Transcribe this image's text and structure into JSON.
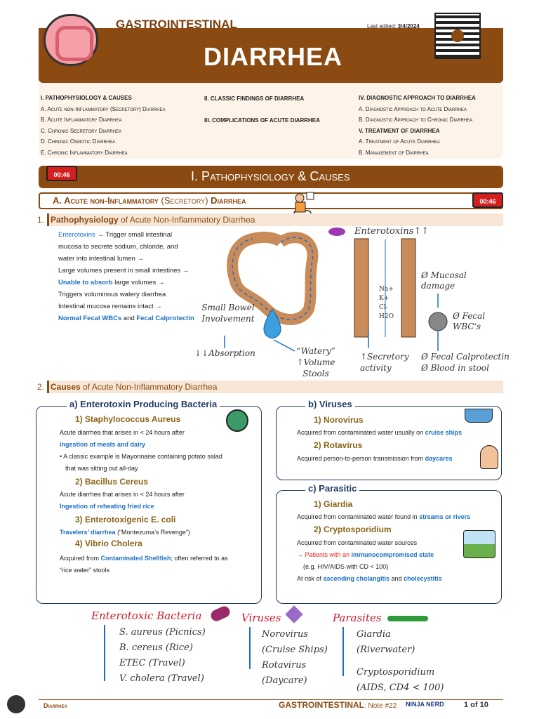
{
  "header": {
    "category": "GASTROINTESTINAL",
    "title": "DIARRHEA",
    "last_edited_label": "Last edited:",
    "last_edited_date": "3/4/2024"
  },
  "toc": {
    "col1": [
      "I. PATHOPHYSIOLOGY & CAUSES",
      "A. Acute non-Inflammatory (Secretory) Diarrhea",
      "B. Acute Inflammatory Diarrhea",
      "C. Chronic Secretory Diarrhea",
      "D. Chronic Osmotic Diarrhea",
      "E. Chronic Inflammatory Diarrhea"
    ],
    "col2": [
      "II. CLASSIC FINDINGS OF  DIARRHEA",
      "III. COMPLICATIONS OF ACUTE DIARRHEA"
    ],
    "col3": [
      "IV. DIAGNOSTIC APPROACH TO DIARRHEA",
      "A. Diagnostic Approach to Acute Diarrhea",
      "B. Diagnostic Approach to Chronic Diarrhea",
      "V. TREATMENT OF DIARRHEA",
      "A. Treatment of Acute Diarrhea",
      "B. Management of Diarrhea"
    ]
  },
  "section1": {
    "title": "I. Pathophysiology & Causes",
    "timer": "00:46"
  },
  "subA": {
    "title_bold": "A. Acute non-Inflammatory ",
    "title_paren": "(Secretory)",
    "title_end": " Diarrhea",
    "timer": "00:46"
  },
  "patho": {
    "num": "1.",
    "head_bold": "Pathophysiology",
    "head_rest": " of Acute Non-Inflammatory Diarrhea",
    "lines": [
      {
        "a": "Enterotoxins",
        "b": " → Trigger small intestinal"
      },
      {
        "a": "",
        "b": "mucosa to secrete sodium, chloride, and"
      },
      {
        "a": "",
        "b": "water into intestinal lumen →"
      },
      {
        "a": "",
        "b": "Large volumes present in small intestines →"
      },
      {
        "a": "Unable to absorb",
        "b": " large volumes →"
      },
      {
        "a": "",
        "b": "Triggers voluminous watery diarrhea"
      },
      {
        "a": "",
        "b": "Intestinal mucosa remains intact →"
      },
      {
        "a": "Normal Fecal WBCs",
        "b": " and ",
        "c": "Fecal Calprotectin"
      }
    ]
  },
  "diagram": {
    "enterotoxins": "Enterotoxins↑↑",
    "small_bowel": "Small Bowel Involvement",
    "absorption": "↓↓Absorption",
    "watery": "“Watery” ↑Volume Stools",
    "secretory": "↑Secretory activity",
    "ions": [
      "Na+",
      "K+",
      "Cl-",
      "H2O"
    ],
    "mucosal": "Ø Mucosal damage",
    "fecal_wbc": "Ø Fecal WBC's",
    "calpro": "Ø Fecal Calprotectin",
    "blood": "Ø Blood in stool"
  },
  "causes": {
    "num": "2.",
    "head_bold": "Causes",
    "head_rest": " of Acute Non-Inflammatory Diarrhea"
  },
  "box_a": {
    "title": "a) Enterotoxin Producing Bacteria",
    "items": [
      {
        "h": "1) Staphylococcus Aureus"
      },
      {
        "h": "2) Bacillus Cereus"
      },
      {
        "h": "3) Enterotoxigenic E. coli"
      },
      {
        "h": "4) Vibrio Cholera"
      }
    ],
    "t1": "Acute diarrhea that arises in < 24 hours after",
    "t1b": "ingestion of meats and dairy",
    "t1c": "• A classic example is Mayonnaise containing potato salad",
    "t1d": "that was sitting out all-day",
    "t2": "Acute diarrhea that arises in < 24 hours after",
    "t2b": "Ingestion of reheating fried rice",
    "t3a": "Travelers’ diarrhea",
    "t3b": " (“Montezuma’s Revenge”)",
    "t4a": "Acquired from ",
    "t4b": "Contaminated Shellfish",
    "t4c": "; often referred to as",
    "t4d": "“rice water” stools"
  },
  "box_b": {
    "title": "b) Viruses",
    "i1": "1) Norovirus",
    "t1a": "Acquired from contaminated water usually on ",
    "t1b": "cruise ships",
    "i2": "2) Rotavirus",
    "t2a": "Acquired person-to-person transmission from ",
    "t2b": "daycares"
  },
  "box_c": {
    "title": "c) Parasitic",
    "i1": "1) Giardia",
    "t1a": "Acquired from contaminated water found in ",
    "t1b": "streams or rivers",
    "i2": "2) Cryptosporidium",
    "t2": "Acquired from contaminated water sources",
    "t3a": "→ Patients with an ",
    "t3b": "immunocompromised state",
    "t4": "(e.g. HIV/AIDS with CD < 100)",
    "t5a": "At risk of ",
    "t5b": "ascending cholangitis",
    "t5c": " and ",
    "t5d": "cholecystitis"
  },
  "summary": {
    "bact_h": "Enterotoxic Bacteria",
    "bact": [
      "S. aureus (Picnics)",
      "B. cereus (Rice)",
      "ETEC (Travel)",
      "V. cholera (Travel)"
    ],
    "vir_h": "Viruses",
    "vir": [
      "Norovirus",
      "(Cruise Ships)",
      "Rotavirus",
      "(Daycare)"
    ],
    "par_h": "Parasites",
    "par": [
      "Giardia",
      "(Riverwater)",
      "Cryptosporidium",
      "(AIDS, CD4 < 100)"
    ]
  },
  "footer": {
    "left": "Diarrhea",
    "mid": "GASTROINTESTINAL",
    "note": ": Note #22",
    "brand": "NINJA NERD",
    "page": "1 of 10"
  },
  "colors": {
    "brown": "#8a4a12",
    "blue": "#1a6fc4",
    "red": "#e02020",
    "navy": "#1f3b66"
  }
}
